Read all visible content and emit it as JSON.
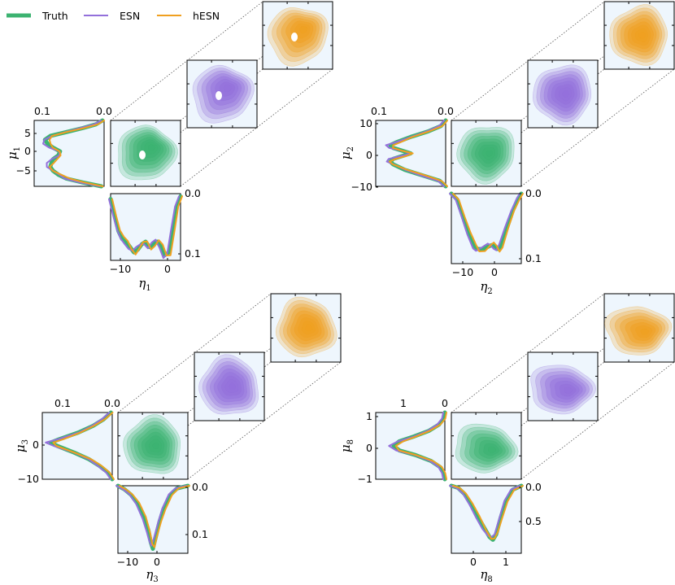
{
  "legend": [
    {
      "name": "Truth",
      "color": "#3cb371",
      "width": 5
    },
    {
      "name": "ESN",
      "color": "#9370db",
      "width": 2
    },
    {
      "name": "hESN",
      "color": "#f0a020",
      "width": 2
    }
  ],
  "panel_background": "#eef6fd",
  "chart_data": [
    {
      "type": "marginal-pdf-comparison",
      "panel": "mode-1",
      "xlabel": "η",
      "xlabel_sub": "1",
      "ylabel": "μ",
      "ylabel_sub": "1",
      "left_marginal": {
        "variable": "μ1",
        "ticks": [
          "5",
          "0",
          "−5"
        ],
        "density_ticks": [
          "0.1",
          "0.0"
        ],
        "range": [
          -9,
          8
        ],
        "density_max": 0.13,
        "truth": [
          [
            -9,
            0.005
          ],
          [
            -8,
            0.04
          ],
          [
            -7,
            0.07
          ],
          [
            -6,
            0.085
          ],
          [
            -5,
            0.095
          ],
          [
            -4,
            0.1
          ],
          [
            -3,
            0.098
          ],
          [
            -2,
            0.095
          ],
          [
            -1,
            0.085
          ],
          [
            0,
            0.082
          ],
          [
            1,
            0.095
          ],
          [
            2,
            0.105
          ],
          [
            3,
            0.11
          ],
          [
            4,
            0.1
          ],
          [
            5,
            0.07
          ],
          [
            6,
            0.04
          ],
          [
            7,
            0.015
          ],
          [
            8,
            0.003
          ]
        ]
      },
      "bottom_marginal": {
        "variable": "η1",
        "ticks": [
          "−10",
          "0"
        ],
        "density_ticks": [
          "0.0",
          "0.1"
        ],
        "range": [
          -13,
          5
        ],
        "density_max": 0.125,
        "truth": [
          [
            -13,
            0.01
          ],
          [
            -12,
            0.04
          ],
          [
            -11,
            0.07
          ],
          [
            -10,
            0.085
          ],
          [
            -9,
            0.09
          ],
          [
            -8,
            0.1
          ],
          [
            -7,
            0.11
          ],
          [
            -6,
            0.105
          ],
          [
            -5,
            0.095
          ],
          [
            -4,
            0.09
          ],
          [
            -3,
            0.1
          ],
          [
            -2,
            0.095
          ],
          [
            -1,
            0.09
          ],
          [
            0,
            0.1
          ],
          [
            1,
            0.115
          ],
          [
            2,
            0.11
          ],
          [
            3,
            0.07
          ],
          [
            4,
            0.025
          ],
          [
            5,
            0.005
          ]
        ]
      },
      "joint_views": [
        {
          "source": "Truth",
          "fill": "#3cb371",
          "rings": 9,
          "hole": true
        },
        {
          "source": "ESN",
          "fill": "#9370db",
          "rings": 8,
          "hole": true
        },
        {
          "source": "hESN",
          "fill": "#f0a020",
          "rings": 8,
          "hole": true
        }
      ]
    },
    {
      "type": "marginal-pdf-comparison",
      "panel": "mode-2",
      "xlabel": "η",
      "xlabel_sub": "2",
      "ylabel": "μ",
      "ylabel_sub": "2",
      "left_marginal": {
        "variable": "μ2",
        "ticks": [
          "10",
          "0",
          "−10"
        ],
        "density_ticks": [
          "0.1",
          "0.0"
        ],
        "range": [
          -12,
          12
        ],
        "density_max": 0.12,
        "truth": [
          [
            -12,
            0.0
          ],
          [
            -10,
            0.01
          ],
          [
            -8,
            0.04
          ],
          [
            -6,
            0.07
          ],
          [
            -4,
            0.09
          ],
          [
            -3,
            0.095
          ],
          [
            -2,
            0.09
          ],
          [
            -1,
            0.075
          ],
          [
            0,
            0.06
          ],
          [
            1,
            0.075
          ],
          [
            2,
            0.09
          ],
          [
            3,
            0.095
          ],
          [
            4,
            0.085
          ],
          [
            6,
            0.06
          ],
          [
            8,
            0.03
          ],
          [
            10,
            0.008
          ],
          [
            12,
            0.0
          ]
        ]
      },
      "bottom_marginal": {
        "variable": "η2",
        "ticks": [
          "−10",
          "0"
        ],
        "density_ticks": [
          "0.0",
          "0.1"
        ],
        "range": [
          -15,
          9
        ],
        "density_max": 0.12,
        "truth": [
          [
            -15,
            0.0
          ],
          [
            -13,
            0.01
          ],
          [
            -11,
            0.04
          ],
          [
            -9,
            0.07
          ],
          [
            -7,
            0.09
          ],
          [
            -6,
            0.095
          ],
          [
            -4,
            0.095
          ],
          [
            -2,
            0.09
          ],
          [
            -1,
            0.088
          ],
          [
            0,
            0.09
          ],
          [
            1,
            0.095
          ],
          [
            2,
            0.09
          ],
          [
            4,
            0.06
          ],
          [
            6,
            0.03
          ],
          [
            8,
            0.008
          ],
          [
            9,
            0.0
          ]
        ]
      },
      "joint_views": [
        {
          "source": "Truth",
          "fill": "#3cb371",
          "rings": 9,
          "hole": false
        },
        {
          "source": "ESN",
          "fill": "#9370db",
          "rings": 9,
          "hole": false
        },
        {
          "source": "hESN",
          "fill": "#f0a020",
          "rings": 9,
          "hole": false
        }
      ]
    },
    {
      "type": "marginal-pdf-comparison",
      "panel": "mode-3",
      "xlabel": "η",
      "xlabel_sub": "3",
      "ylabel": "μ",
      "ylabel_sub": "3",
      "left_marginal": {
        "variable": "μ3",
        "ticks": [
          "0",
          "−10"
        ],
        "density_ticks": [
          "0.1",
          "0.0"
        ],
        "range": [
          -11,
          9
        ],
        "density_max": 0.165,
        "truth": [
          [
            -11,
            0.0
          ],
          [
            -9,
            0.01
          ],
          [
            -7,
            0.03
          ],
          [
            -5,
            0.055
          ],
          [
            -3,
            0.09
          ],
          [
            -1,
            0.13
          ],
          [
            0,
            0.145
          ],
          [
            1,
            0.125
          ],
          [
            3,
            0.08
          ],
          [
            5,
            0.045
          ],
          [
            7,
            0.02
          ],
          [
            9,
            0.003
          ]
        ]
      },
      "bottom_marginal": {
        "variable": "η3",
        "ticks": [
          "−10",
          "0"
        ],
        "density_ticks": [
          "0.0",
          "0.1"
        ],
        "range": [
          -16,
          16
        ],
        "density_max": 0.15,
        "truth": [
          [
            -16,
            0.0
          ],
          [
            -13,
            0.008
          ],
          [
            -10,
            0.02
          ],
          [
            -7,
            0.04
          ],
          [
            -4,
            0.07
          ],
          [
            -2,
            0.1
          ],
          [
            -1,
            0.125
          ],
          [
            0,
            0.14
          ],
          [
            1,
            0.12
          ],
          [
            3,
            0.08
          ],
          [
            5,
            0.05
          ],
          [
            8,
            0.02
          ],
          [
            11,
            0.006
          ],
          [
            16,
            0.0
          ]
        ]
      },
      "joint_views": [
        {
          "source": "Truth",
          "fill": "#3cb371",
          "rings": 9,
          "hole": false
        },
        {
          "source": "ESN",
          "fill": "#9370db",
          "rings": 9,
          "hole": false
        },
        {
          "source": "hESN",
          "fill": "#f0a020",
          "rings": 9,
          "hole": false
        }
      ]
    },
    {
      "type": "marginal-pdf-comparison",
      "panel": "mode-8",
      "xlabel": "η",
      "xlabel_sub": "8",
      "ylabel": "μ",
      "ylabel_sub": "8",
      "left_marginal": {
        "variable": "μ8",
        "ticks": [
          "1",
          "0",
          "−1"
        ],
        "density_ticks": [
          "1",
          "0"
        ],
        "range": [
          -1.1,
          1.1
        ],
        "density_max": 1.75,
        "truth": [
          [
            -1.1,
            0.0
          ],
          [
            -0.9,
            0.03
          ],
          [
            -0.7,
            0.12
          ],
          [
            -0.5,
            0.35
          ],
          [
            -0.3,
            0.75
          ],
          [
            -0.15,
            1.15
          ],
          [
            0,
            1.3
          ],
          [
            0.15,
            1.15
          ],
          [
            0.3,
            0.8
          ],
          [
            0.5,
            0.4
          ],
          [
            0.7,
            0.15
          ],
          [
            0.9,
            0.03
          ],
          [
            1.1,
            0.0
          ]
        ]
      },
      "bottom_marginal": {
        "variable": "η8",
        "ticks": [
          "0",
          "1"
        ],
        "density_ticks": [
          "0.0",
          "0.5"
        ],
        "range": [
          -1.3,
          1.9
        ],
        "density_max": 1.0,
        "truth": [
          [
            -1.3,
            0.0
          ],
          [
            -1.0,
            0.03
          ],
          [
            -0.7,
            0.12
          ],
          [
            -0.4,
            0.28
          ],
          [
            -0.1,
            0.45
          ],
          [
            0.2,
            0.62
          ],
          [
            0.45,
            0.76
          ],
          [
            0.6,
            0.8
          ],
          [
            0.75,
            0.72
          ],
          [
            0.95,
            0.48
          ],
          [
            1.2,
            0.22
          ],
          [
            1.5,
            0.06
          ],
          [
            1.9,
            0.0
          ]
        ]
      },
      "joint_views": [
        {
          "source": "Truth",
          "fill": "#3cb371",
          "rings": 8,
          "hole": false
        },
        {
          "source": "ESN",
          "fill": "#9370db",
          "rings": 8,
          "hole": false
        },
        {
          "source": "hESN",
          "fill": "#f0a020",
          "rings": 8,
          "hole": false
        }
      ]
    }
  ]
}
